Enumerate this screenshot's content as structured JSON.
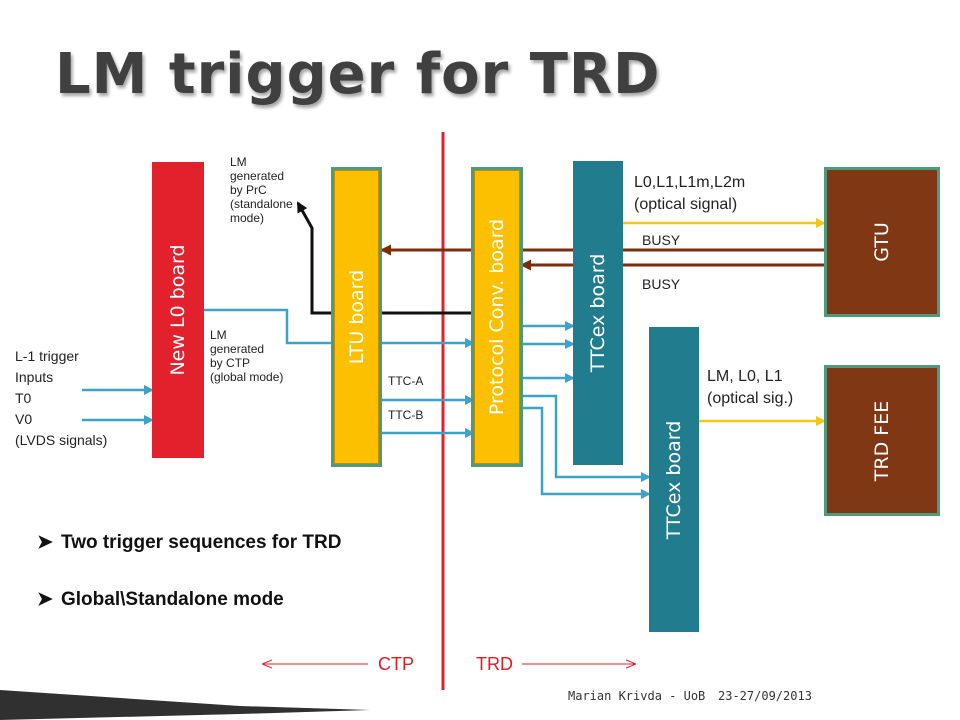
{
  "title": "LM trigger for TRD",
  "boards": {
    "new_l0": "New L0 board",
    "ltu": "LTU board",
    "protocol_conv": "Protocol Conv. board",
    "ttcex_upper": "TTCex board",
    "ttcex_lower": "TTCex board",
    "gtu": "GTU",
    "trd_fee": "TRD FEE"
  },
  "labels": {
    "lm_prc": "LM\ngenerated\nby PrC\n(standalone\n mode)",
    "lm_ctp": "LM\ngenerated\nby CTP\n(global mode)",
    "l1_inputs": "L-1 trigger\nInputs\n   T0\n   V0\n(LVDS signals)",
    "ttc_a": "TTC-A",
    "ttc_b": "TTC-B",
    "gtu_signal": "L0,L1,L1m,L2m\n(optical signal)",
    "busy_1": "BUSY",
    "busy_2": "BUSY",
    "fee_signal": "LM, L0, L1\n(optical sig.)"
  },
  "bullets": [
    "Two trigger sequences for TRD",
    "Global\\Standalone mode"
  ],
  "bottom": {
    "ctp": "CTP",
    "trd": "TRD"
  },
  "footer": {
    "author": "Marian Krivda - UoB",
    "date": "23-27/09/2013"
  },
  "colors": {
    "new_l0": "#e3212d",
    "ltu": "#fcc000",
    "protocol_conv": "#fcc000",
    "ttcex": "#217d8e",
    "gtu_fee": "#7f3714",
    "box_border": "#4e9a7a",
    "cyan_arrow": "#3ba3c8",
    "yellow_arrow": "#f5c518",
    "brown_arrow": "#7a2e0c",
    "divider": "#e3212d"
  }
}
